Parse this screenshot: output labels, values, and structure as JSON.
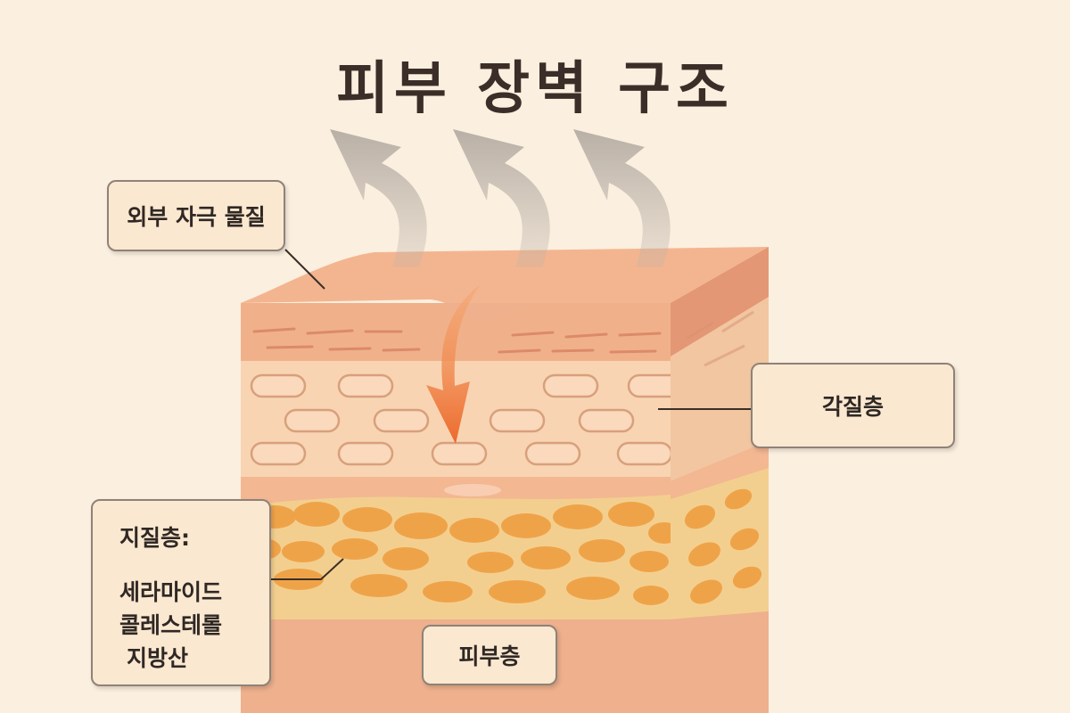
{
  "title": "피부 장벽 구조",
  "labels": {
    "external": "외부 자극 물질",
    "stratum_corneum": "각질층",
    "lipid_layer": "지질층:",
    "lipid_items": [
      "세라마이드",
      "콜레스테롤",
      "지방산"
    ],
    "skin_layer": "피부층"
  },
  "colors": {
    "background": "#fbefdf",
    "title": "#3b2e28",
    "arrow_out": "#b8b0a8",
    "arrow_in": "#ef7a3a",
    "lipid_blob": "#efa348",
    "label_border": "#8e8278"
  }
}
